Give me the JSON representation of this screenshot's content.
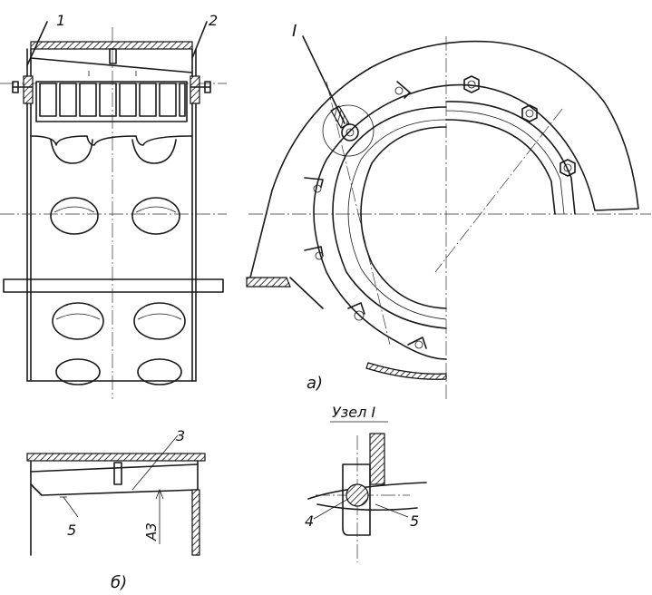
{
  "callouts": {
    "c1": "1",
    "c2": "2",
    "c3": "3",
    "c4": "4",
    "c5a": "5",
    "c5b": "5",
    "node": "I"
  },
  "views": {
    "a": "а)",
    "b": "б)"
  },
  "node_title": "Узел I",
  "dimension": "A3"
}
